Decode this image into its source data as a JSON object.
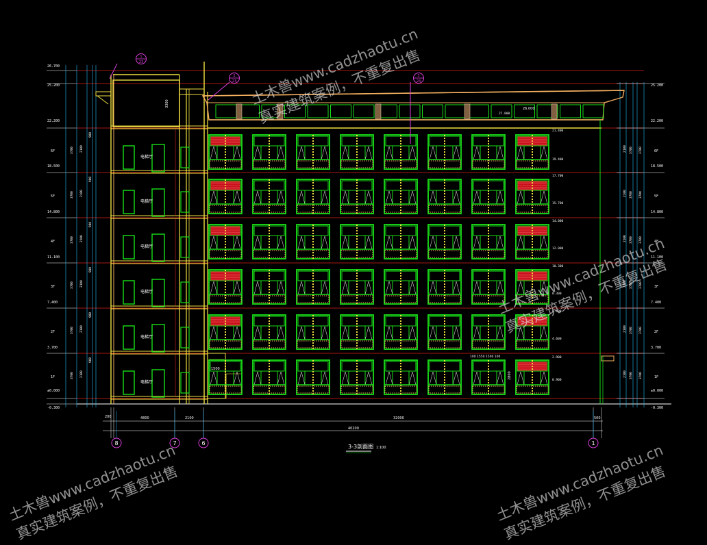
{
  "drawing": {
    "title": "3-3剖面图",
    "scale": "1:100",
    "room_label": "电梯厅",
    "left_elevations": [
      "26.700",
      "25.200",
      "22.200",
      "18.500",
      "14.800",
      "11.100",
      "7.400",
      "3.700",
      "±0.000",
      "-0.300"
    ],
    "right_elevations": [
      "25.200",
      "22.200",
      "18.500",
      "14.800",
      "11.100",
      "7.400",
      "3.700",
      "±0.000",
      "-0.300"
    ],
    "floor_tags": [
      "6F",
      "5F",
      "4F",
      "3F",
      "2F",
      "1F"
    ],
    "inner_elevations": [
      "27.800",
      "21.400",
      "19.400",
      "17.700",
      "15.700",
      "14.000",
      "12.000",
      "10.300",
      "8.300",
      "6.600",
      "4.600",
      "2.900",
      "0.900"
    ],
    "roof_label": "26.000",
    "segment_dims": [
      "200",
      "4800",
      "2100",
      "32000",
      "500"
    ],
    "total_dim": "40200",
    "axis_labels": [
      "8",
      "7",
      "6",
      "1"
    ],
    "callouts": [
      {
        "num": "1",
        "sheet": "23"
      },
      {
        "num": "2",
        "sheet": "23"
      },
      {
        "num": "3",
        "sheet": "24"
      }
    ],
    "window_dims": "100 1550 1500 100",
    "misc_dims": [
      "1500",
      "3300",
      "2800"
    ]
  },
  "watermark": {
    "line1": "土木兽www.cadzhaotu.cn",
    "line2": "真实建筑案例，不重复出售"
  }
}
